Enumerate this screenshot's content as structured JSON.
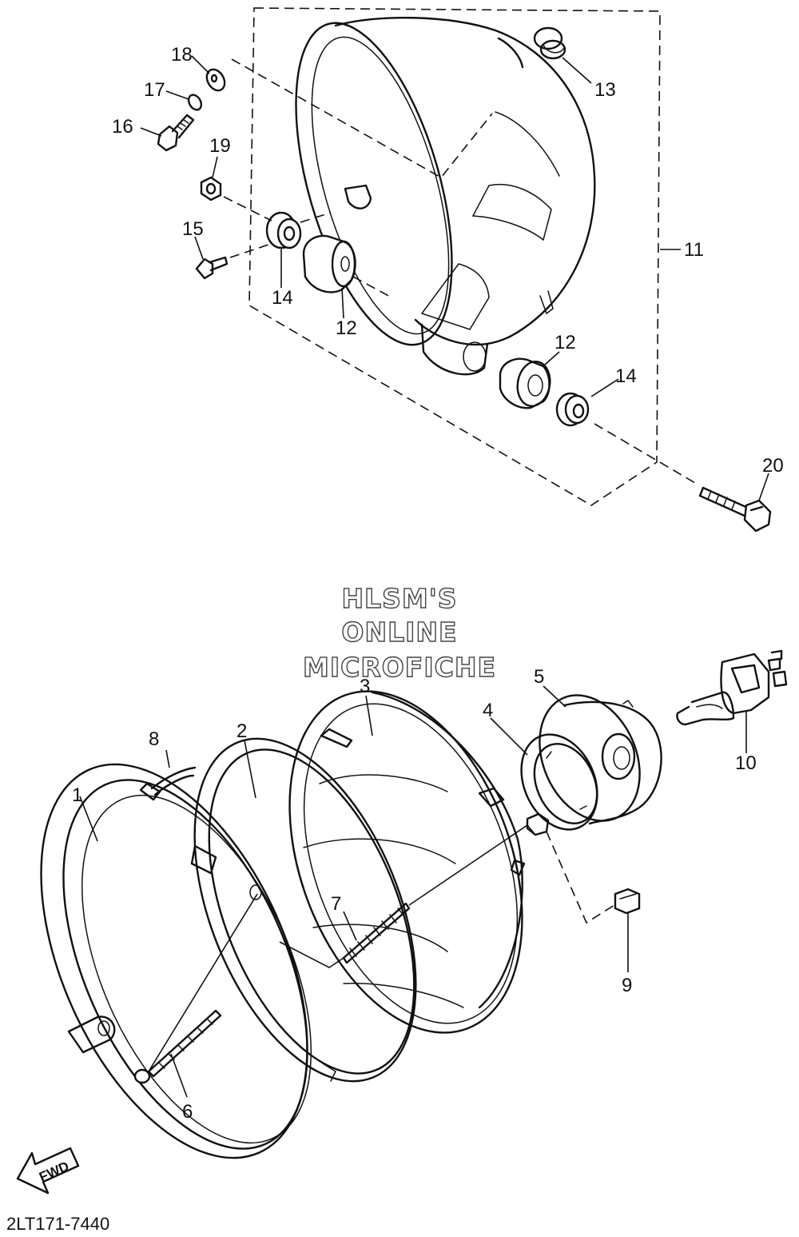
{
  "callouts": [
    {
      "id": "1",
      "label": "1"
    },
    {
      "id": "2",
      "label": "2"
    },
    {
      "id": "3",
      "label": "3"
    },
    {
      "id": "4",
      "label": "4"
    },
    {
      "id": "5",
      "label": "5"
    },
    {
      "id": "6",
      "label": "6"
    },
    {
      "id": "7",
      "label": "7"
    },
    {
      "id": "8",
      "label": "8"
    },
    {
      "id": "9",
      "label": "9"
    },
    {
      "id": "10",
      "label": "10"
    },
    {
      "id": "11",
      "label": "11"
    },
    {
      "id": "12a",
      "label": "12"
    },
    {
      "id": "12b",
      "label": "12"
    },
    {
      "id": "13",
      "label": "13"
    },
    {
      "id": "14a",
      "label": "14"
    },
    {
      "id": "14b",
      "label": "14"
    },
    {
      "id": "15",
      "label": "15"
    },
    {
      "id": "16",
      "label": "16"
    },
    {
      "id": "17",
      "label": "17"
    },
    {
      "id": "18",
      "label": "18"
    },
    {
      "id": "19",
      "label": "19"
    },
    {
      "id": "20",
      "label": "20"
    }
  ],
  "watermark": {
    "line1": "HLSM'S",
    "line2": "ONLINE",
    "line3": "MICROFICHE"
  },
  "fwd_label": "FWD",
  "diagram_code": "2LT171-7440"
}
